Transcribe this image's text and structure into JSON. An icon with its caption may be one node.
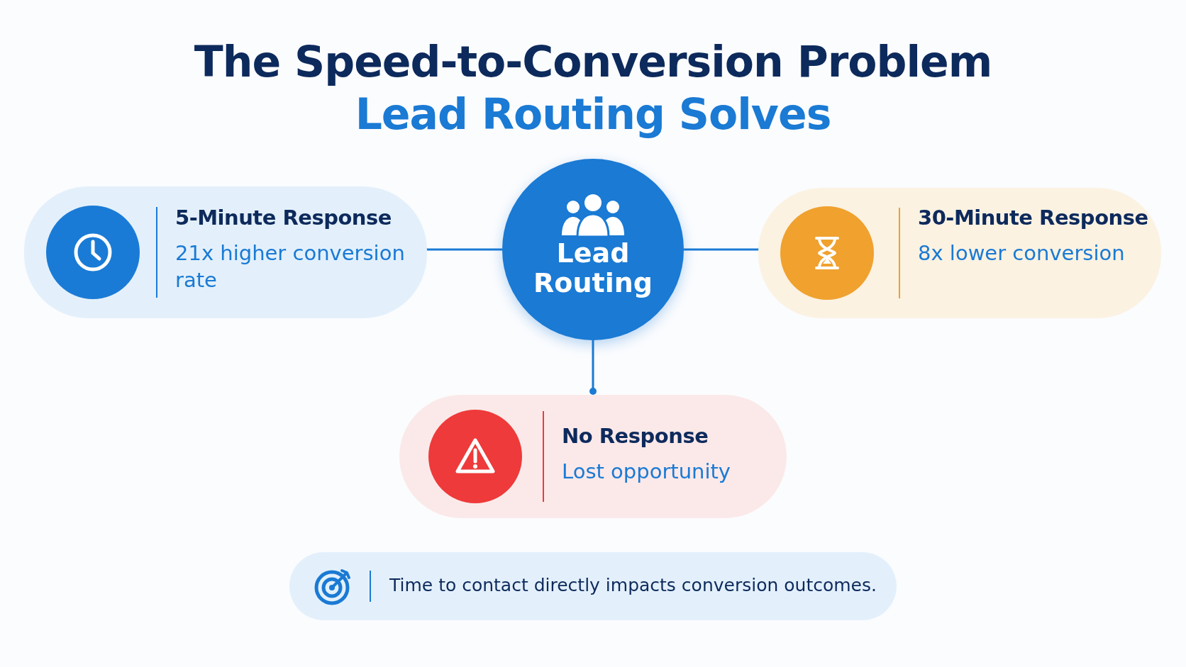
{
  "diagram": {
    "title": "The Speed-to-Conversion Problem",
    "nodes": [
      {
        "text": [
          "Lead Routing"
        ]
      },
      {
        "text": [
          "5-Minute Response",
          "21x higher conversion rate"
        ]
      },
      {
        "text": [
          "30-Minute Response",
          "8x lower conversion"
        ]
      },
      {
        "text": [
          "No Response",
          "Lost opportunity"
        ]
      },
      {
        "text": [
          "Time to contact directly impacts conversion outcomes."
        ]
      }
    ],
    "edges": [
      {
        "from": 0,
        "to": 1,
        "arrow": "other"
      },
      {
        "from": 0,
        "to": 2,
        "arrow": "other"
      },
      {
        "from": 0,
        "to": 3,
        "arrow": "other"
      }
    ],
    "labels": [
      "Lead Routing Solves"
    ]
  }
}
